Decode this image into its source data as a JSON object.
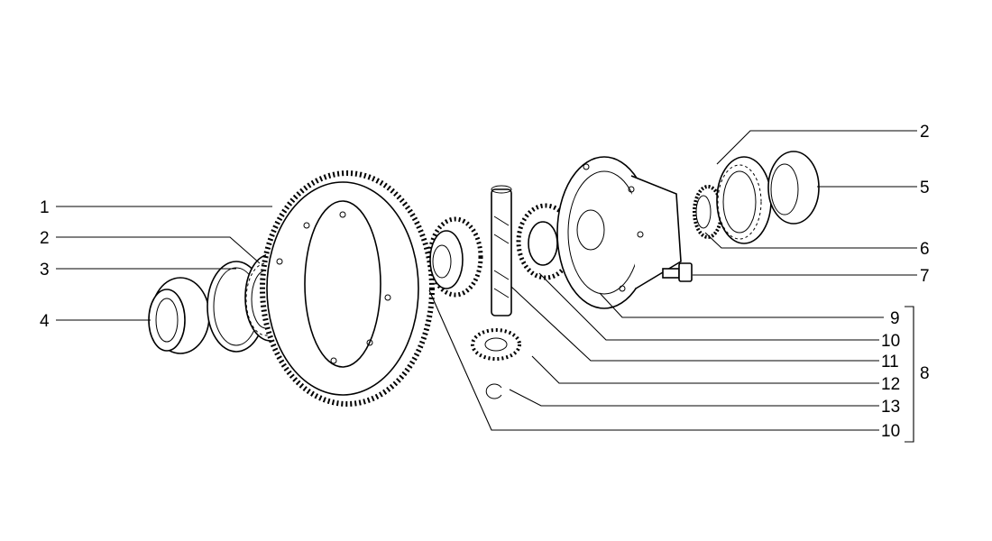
{
  "diagram": {
    "title": "",
    "callouts": {
      "l1": "1",
      "l2": "2",
      "l3": "3",
      "l4": "4",
      "r2": "2",
      "r5": "5",
      "r6": "6",
      "r7": "7",
      "r9": "9",
      "r10a": "10",
      "r11": "11",
      "r12": "12",
      "r13": "13",
      "r10b": "10",
      "group": "8"
    },
    "colors": {
      "ink": "#000000",
      "background": "#ffffff"
    }
  }
}
